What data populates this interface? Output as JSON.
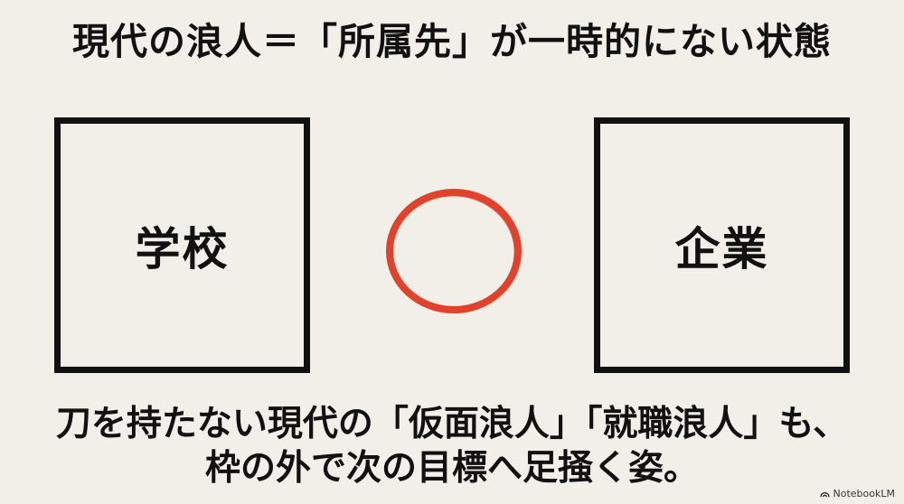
{
  "title": "現代の浪人＝「所属先」が一時的にない状態",
  "left_box": {
    "label": "学校"
  },
  "right_box": {
    "label": "企業"
  },
  "center_mark": {
    "icon": "red-circle",
    "color": "#e2422b"
  },
  "caption": {
    "line1": "刀を持たない現代の「仮面浪人」「就職浪人」も、",
    "line2": "枠の外で次の目標へ足掻く姿。"
  },
  "watermark": {
    "text": "NotebookLM"
  },
  "colors": {
    "background": "#f2efe8",
    "ink": "#111111",
    "accent": "#e2422b"
  }
}
